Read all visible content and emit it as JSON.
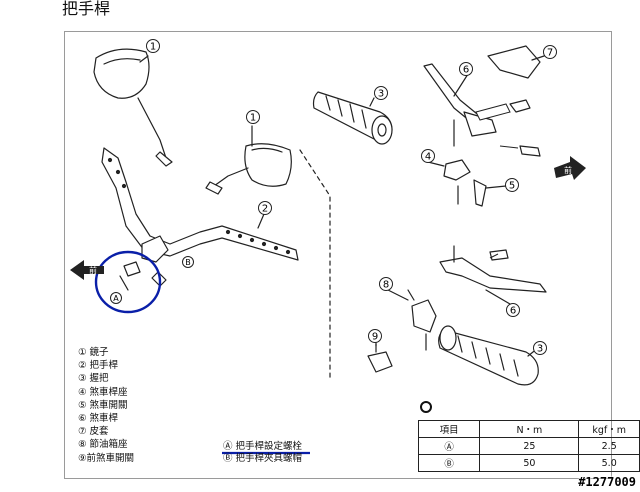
{
  "title": "把手桿",
  "callouts": [
    "1",
    "1",
    "2",
    "3",
    "4",
    "5",
    "6",
    "6",
    "7",
    "8",
    "9",
    "3"
  ],
  "front_label": "前",
  "bolt_marks": [
    "A",
    "B"
  ],
  "legend": [
    "① 鏡子",
    "② 把手桿",
    "③ 握把",
    "④ 煞車桿座",
    "⑤ 煞車開關",
    "⑥ 煞車桿",
    "⑦ 皮套",
    "⑧ 節油箱座",
    "⑨前煞車開關"
  ],
  "notes": [
    "Ⓐ 把手桿設定螺栓",
    "Ⓑ 把手桿夾具螺帽"
  ],
  "torque_table": {
    "headers": [
      "項目",
      "N・m",
      "kgf・m"
    ],
    "rows": [
      [
        "Ⓐ",
        "25",
        "2.5"
      ],
      [
        "Ⓑ",
        "50",
        "5.0"
      ]
    ]
  },
  "watermark": "#1277009",
  "colors": {
    "highlight": "#0a1fa8",
    "line": "#222222",
    "frame": "#9a9a9a"
  }
}
